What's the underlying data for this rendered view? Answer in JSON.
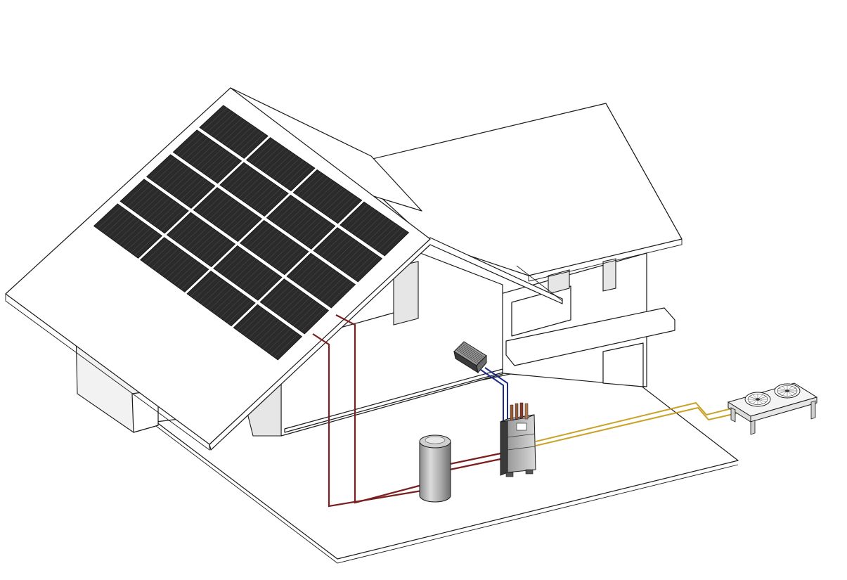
{
  "scene": {
    "components": [
      {
        "id": "pv-array",
        "icon": "solar-panel-icon"
      },
      {
        "id": "inverter",
        "icon": "inverter-icon"
      },
      {
        "id": "storage-tank",
        "icon": "tank-icon"
      },
      {
        "id": "indoor-unit",
        "icon": "heat-pump-indoor-icon"
      },
      {
        "id": "outdoor-unit",
        "icon": "fan-icon"
      }
    ],
    "pv_grid": {
      "rows": 5,
      "cols": 4
    },
    "colors": {
      "panel": "#2b2b2b",
      "panel_line": "#5a5a5a",
      "pipe_red": "#7a1f1f",
      "pipe_blue": "#1c2a8c",
      "pipe_yellow": "#c9a227",
      "outline": "#1a1a1a"
    }
  }
}
